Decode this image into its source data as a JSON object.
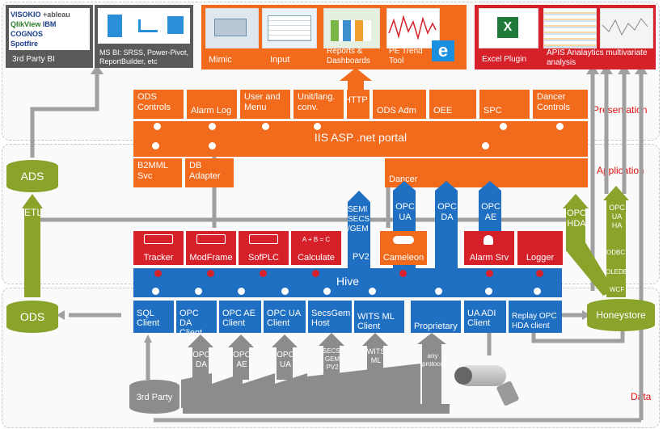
{
  "layers": {
    "presentation": "Presentation",
    "application": "Application",
    "data": "Data"
  },
  "bi": {
    "logos": [
      "VISOKIO",
      "+ableau",
      "QlikView",
      "IBM COGNOS",
      "Spotfire"
    ],
    "thirdparty_label": "3rd Party BI",
    "msbi_label": "MS BI: SRSS, Power-Pivot, ReportBuilder, etc"
  },
  "presentation": {
    "mimic": "Mimic",
    "input": "Input",
    "reports": "Reports & Dashboards",
    "trend": "PE Trend Tool",
    "excel": "Excel Plugin",
    "apis": "APIS Analaytics multivariate analysis",
    "http": "HTTP"
  },
  "portal": {
    "title": "IIS ASP .net portal",
    "modules": [
      "ODS Controls",
      "Alarm Log",
      "User and Menu",
      "Unit/lang. conv.",
      "ODS Adm",
      "OEE",
      "SPC",
      "Dancer Controls"
    ]
  },
  "app": {
    "b2mml": "B2MML Svc",
    "dbadapter": "DB Adapter",
    "dancer": "Dancer"
  },
  "protocols": {
    "semi": "SEMI SECS /GEM",
    "opcua": "OPC UA",
    "opcda": "OPC DA",
    "opcae": "OPC AE",
    "opchda": "OPC HDA",
    "opcuaha": "OPC UA HA",
    "odbc": "ODBC",
    "oledb": "OLEDB",
    "wcf": "WCF",
    "etl": "ETL"
  },
  "hive": {
    "title": "Hive",
    "pv2": "PV2",
    "modules": [
      "Tracker",
      "ModFrame",
      "SofPLC",
      "Calculate",
      "Cameleon",
      "Alarm Srv",
      "Logger"
    ],
    "calc_formula": "A + B = C"
  },
  "clients": [
    "SQL Client",
    "OPC DA Client",
    "OPC AE Client",
    "OPC UA Client",
    "SecsGem Host",
    "WITS ML Client",
    "Proprietary",
    "UA ADI Client",
    "Replay OPC HDA client"
  ],
  "stores": {
    "ads": "ADS",
    "ods": "ODS",
    "honeystore": "Honeystore"
  },
  "sources": {
    "thirdparty": "3rd Party",
    "items": [
      "OPC DA",
      "OPC AE",
      "OPC UA",
      "SECS/ GEM PV2",
      "WITS ML",
      "any protocol"
    ]
  },
  "colors": {
    "orange": "#f26a1b",
    "blue": "#1f6fc2",
    "red": "#d6202a",
    "olive": "#8aa32b",
    "gray": "#8c8c8c"
  }
}
